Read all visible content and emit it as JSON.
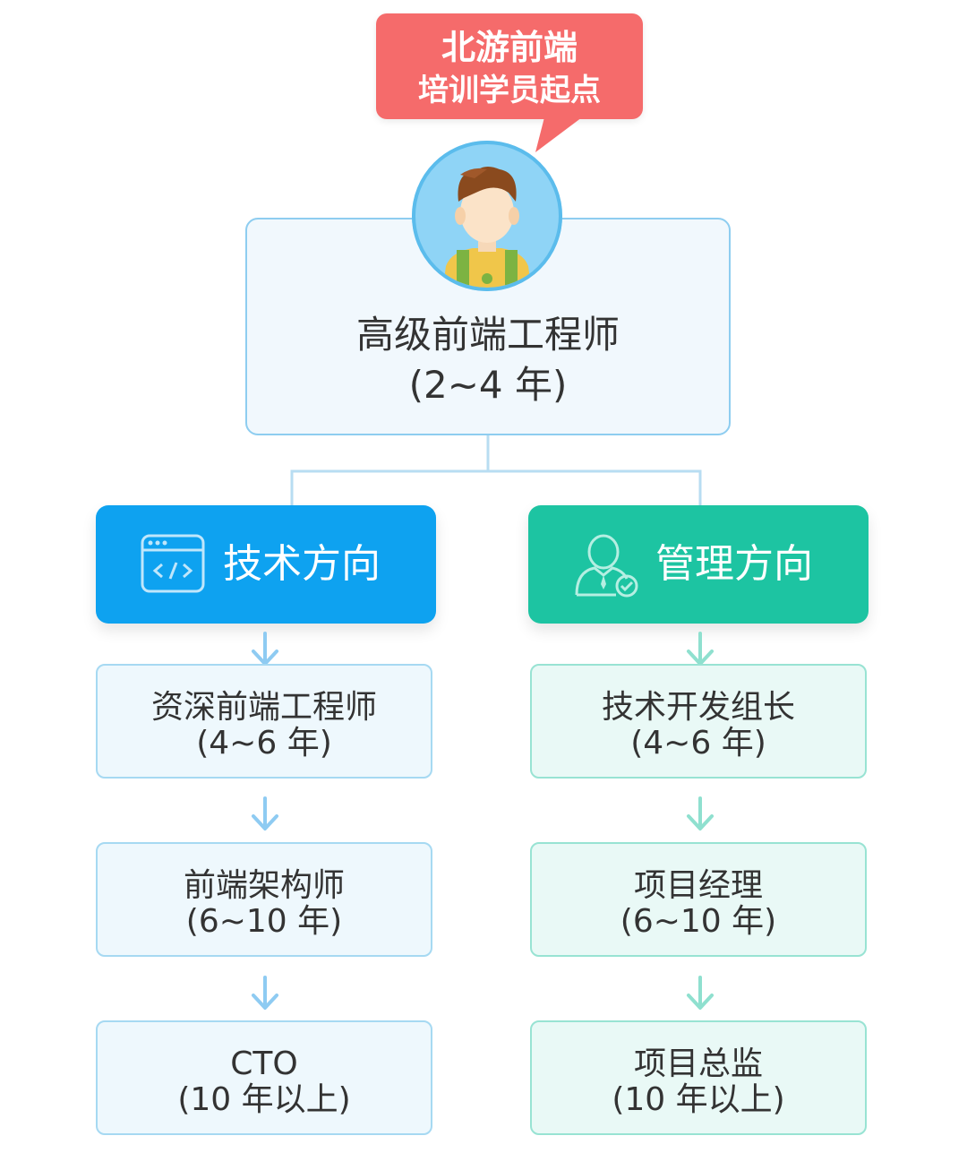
{
  "bubble": {
    "line1": "北游前端",
    "line2": "培训学员起点"
  },
  "main": {
    "title": "高级前端工程师",
    "years": "(2~4 年)"
  },
  "tech": {
    "label": "技术方向",
    "roles": [
      {
        "name": "资深前端工程师",
        "years": "(4~6 年)"
      },
      {
        "name": "前端架构师",
        "years": "(6~10 年)"
      },
      {
        "name": "CTO",
        "years": "(10 年以上)"
      }
    ]
  },
  "mgmt": {
    "label": "管理方向",
    "roles": [
      {
        "name": "技术开发组长",
        "years": "(4~6 年)"
      },
      {
        "name": "项目经理",
        "years": "(6~10 年)"
      },
      {
        "name": "项目总监",
        "years": "(10 年以上)"
      }
    ]
  },
  "colors": {
    "bubble": "#f56b6b",
    "tech": "#0ea2f0",
    "mgmt": "#1dc4a2",
    "tech_arrow": "#8ecbf2",
    "mgmt_arrow": "#8fe0cf",
    "connector": "#b8ddf2"
  },
  "icons": {
    "avatar": "developer-avatar-icon",
    "tech": "code-window-icon",
    "mgmt": "user-check-icon",
    "arrow": "arrow-down-icon"
  }
}
